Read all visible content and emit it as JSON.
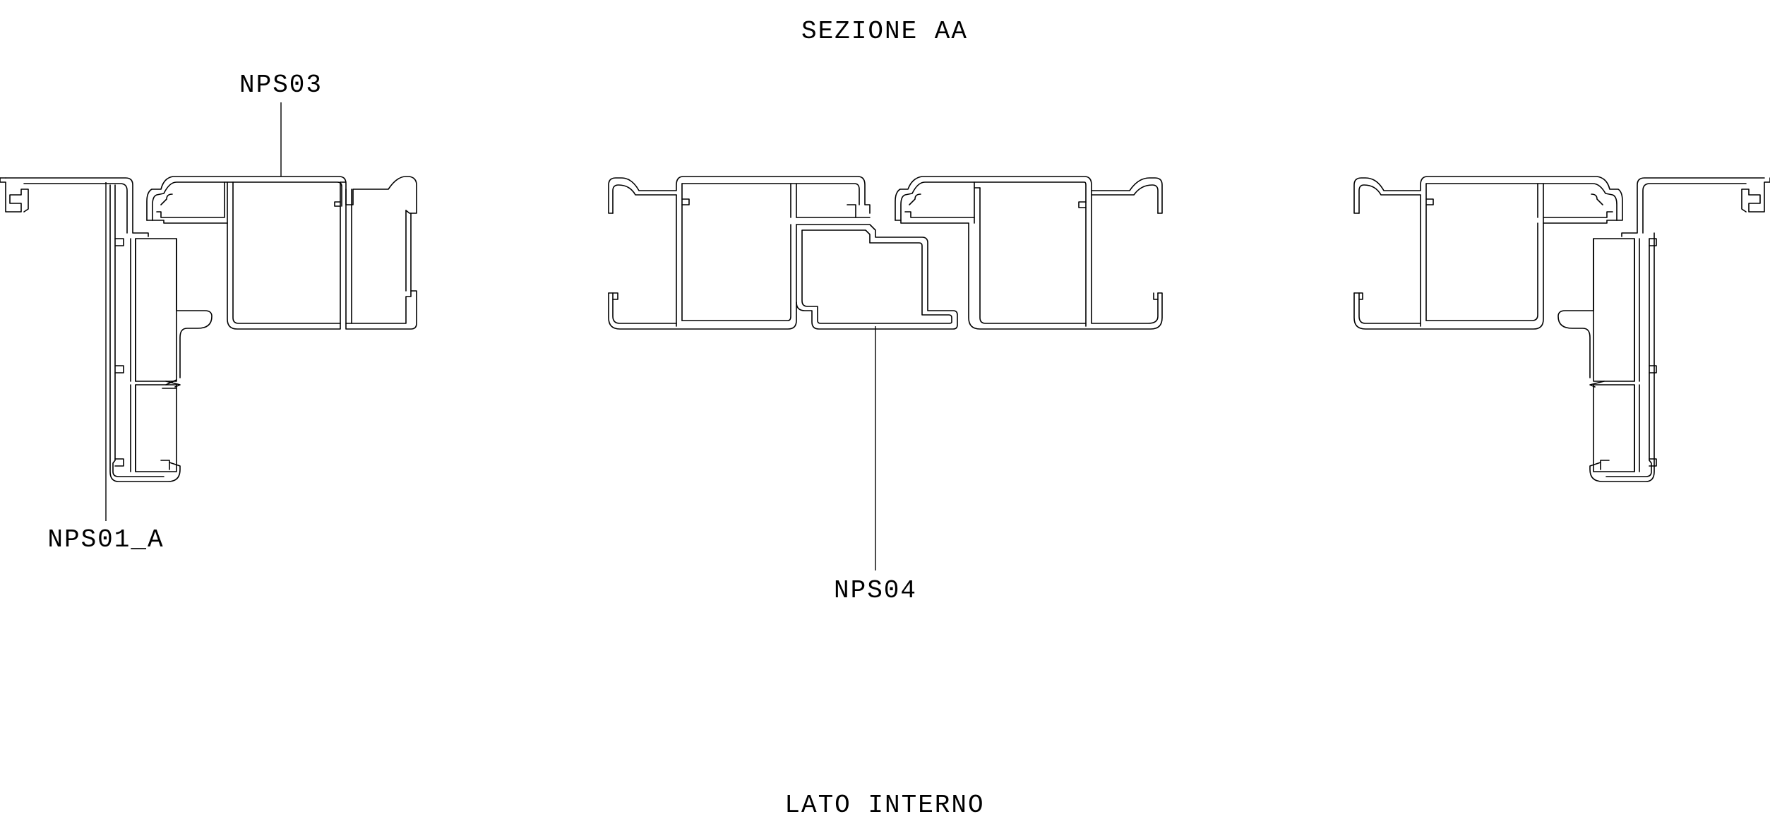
{
  "title": "SEZIONE AA",
  "footer": "LATO INTERNO",
  "labels": {
    "left_top": "NPS03",
    "left_bottom": "NPS01_A",
    "center": "NPS04"
  },
  "colors": {
    "ink": "#000000",
    "paper": "#ffffff"
  }
}
